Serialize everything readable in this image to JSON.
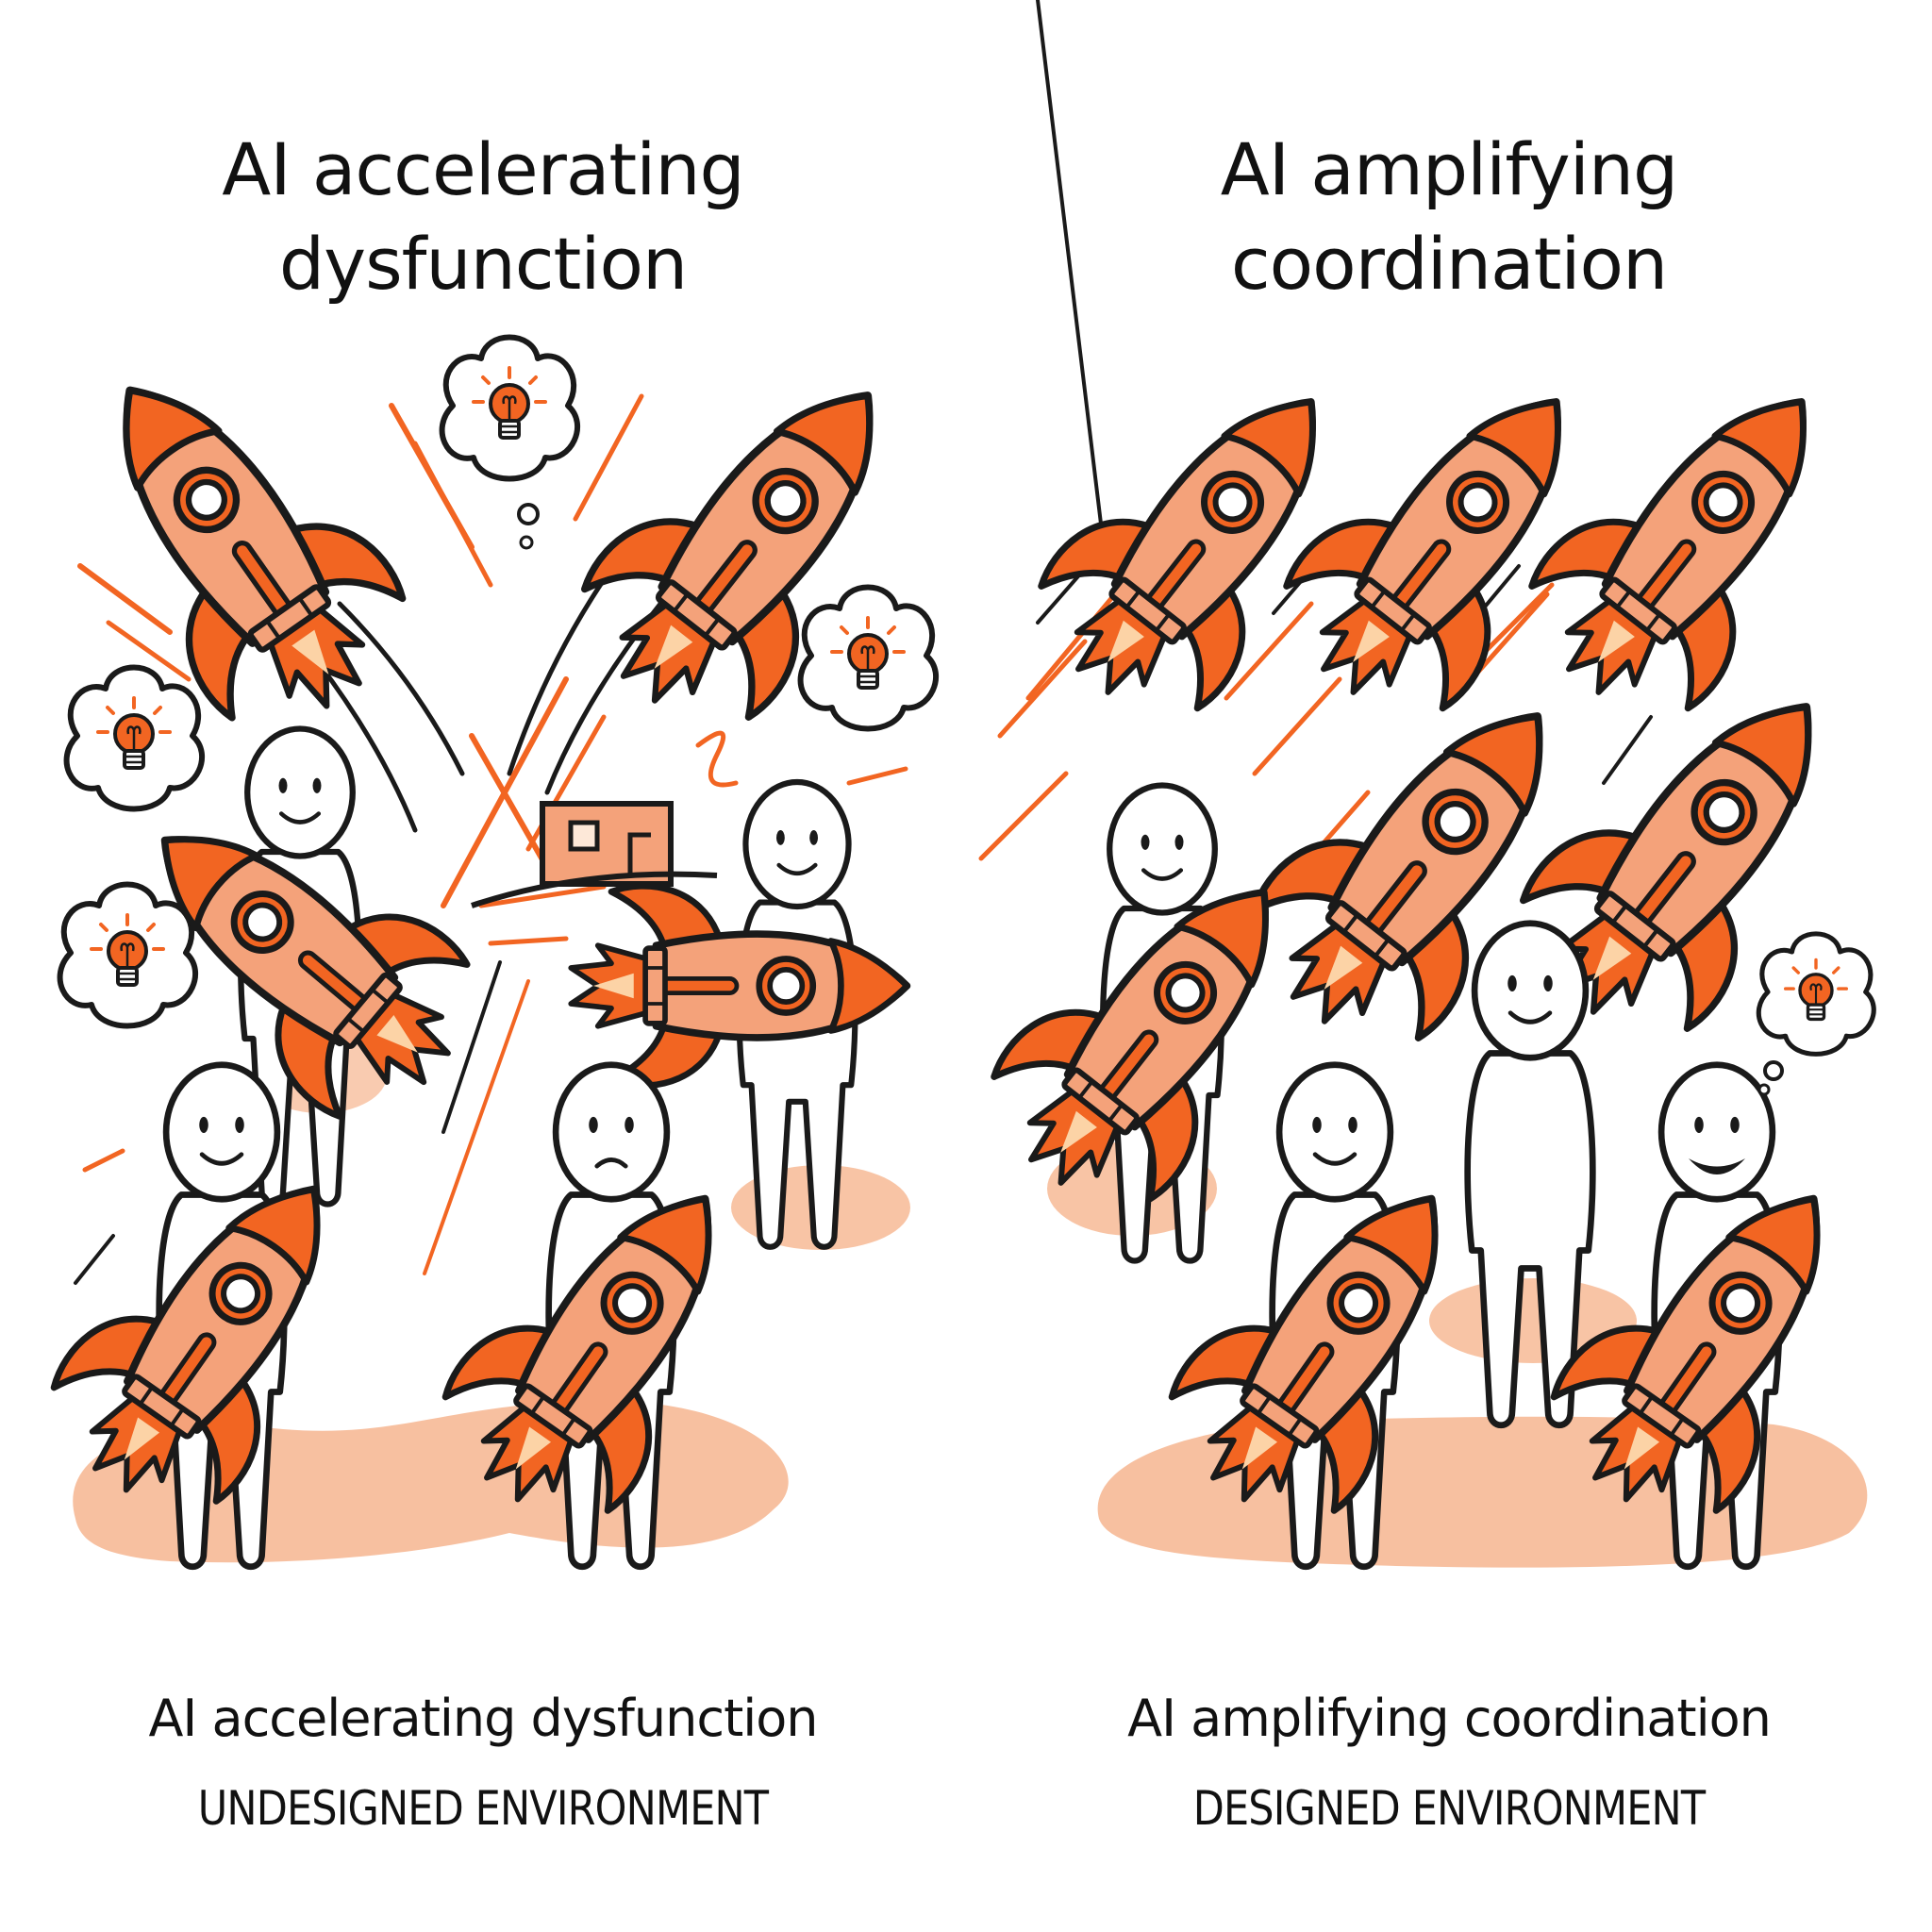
{
  "colors": {
    "outline": "#1a1a1a",
    "rocket_body": "#f4a27a",
    "rocket_accent": "#f26522",
    "flame_inner": "#fcd3a6",
    "ground": "#f6b58f",
    "speed_line": "#f26522",
    "background": "#ffffff"
  },
  "panels": [
    {
      "id": "left",
      "title_line1": "AI accelerating",
      "title_line2": "dysfunction",
      "caption": "AI accelerating dysfunction",
      "subcaption": "UNDESIGNED ENVIRONMENT",
      "scene": "chaotic",
      "rockets_flying": 2,
      "people": 4,
      "idea_bubbles": 4,
      "moods": [
        "happy",
        "happy",
        "happy",
        "worried"
      ]
    },
    {
      "id": "right",
      "title_line1": "AI amplifying",
      "title_line2": "coordination",
      "caption": "AI amplifying coordination",
      "subcaption": "DESIGNED ENVIRONMENT",
      "scene": "aligned",
      "rockets_flying": 5,
      "people": 4,
      "idea_bubbles": 1,
      "moods": [
        "happy",
        "happy",
        "happy",
        "grinning-thumbs-up"
      ]
    }
  ],
  "icons": {
    "rocket": "rocket-icon",
    "idea": "lightbulb-icon",
    "person": "stick-figure-icon",
    "building": "building-icon"
  }
}
